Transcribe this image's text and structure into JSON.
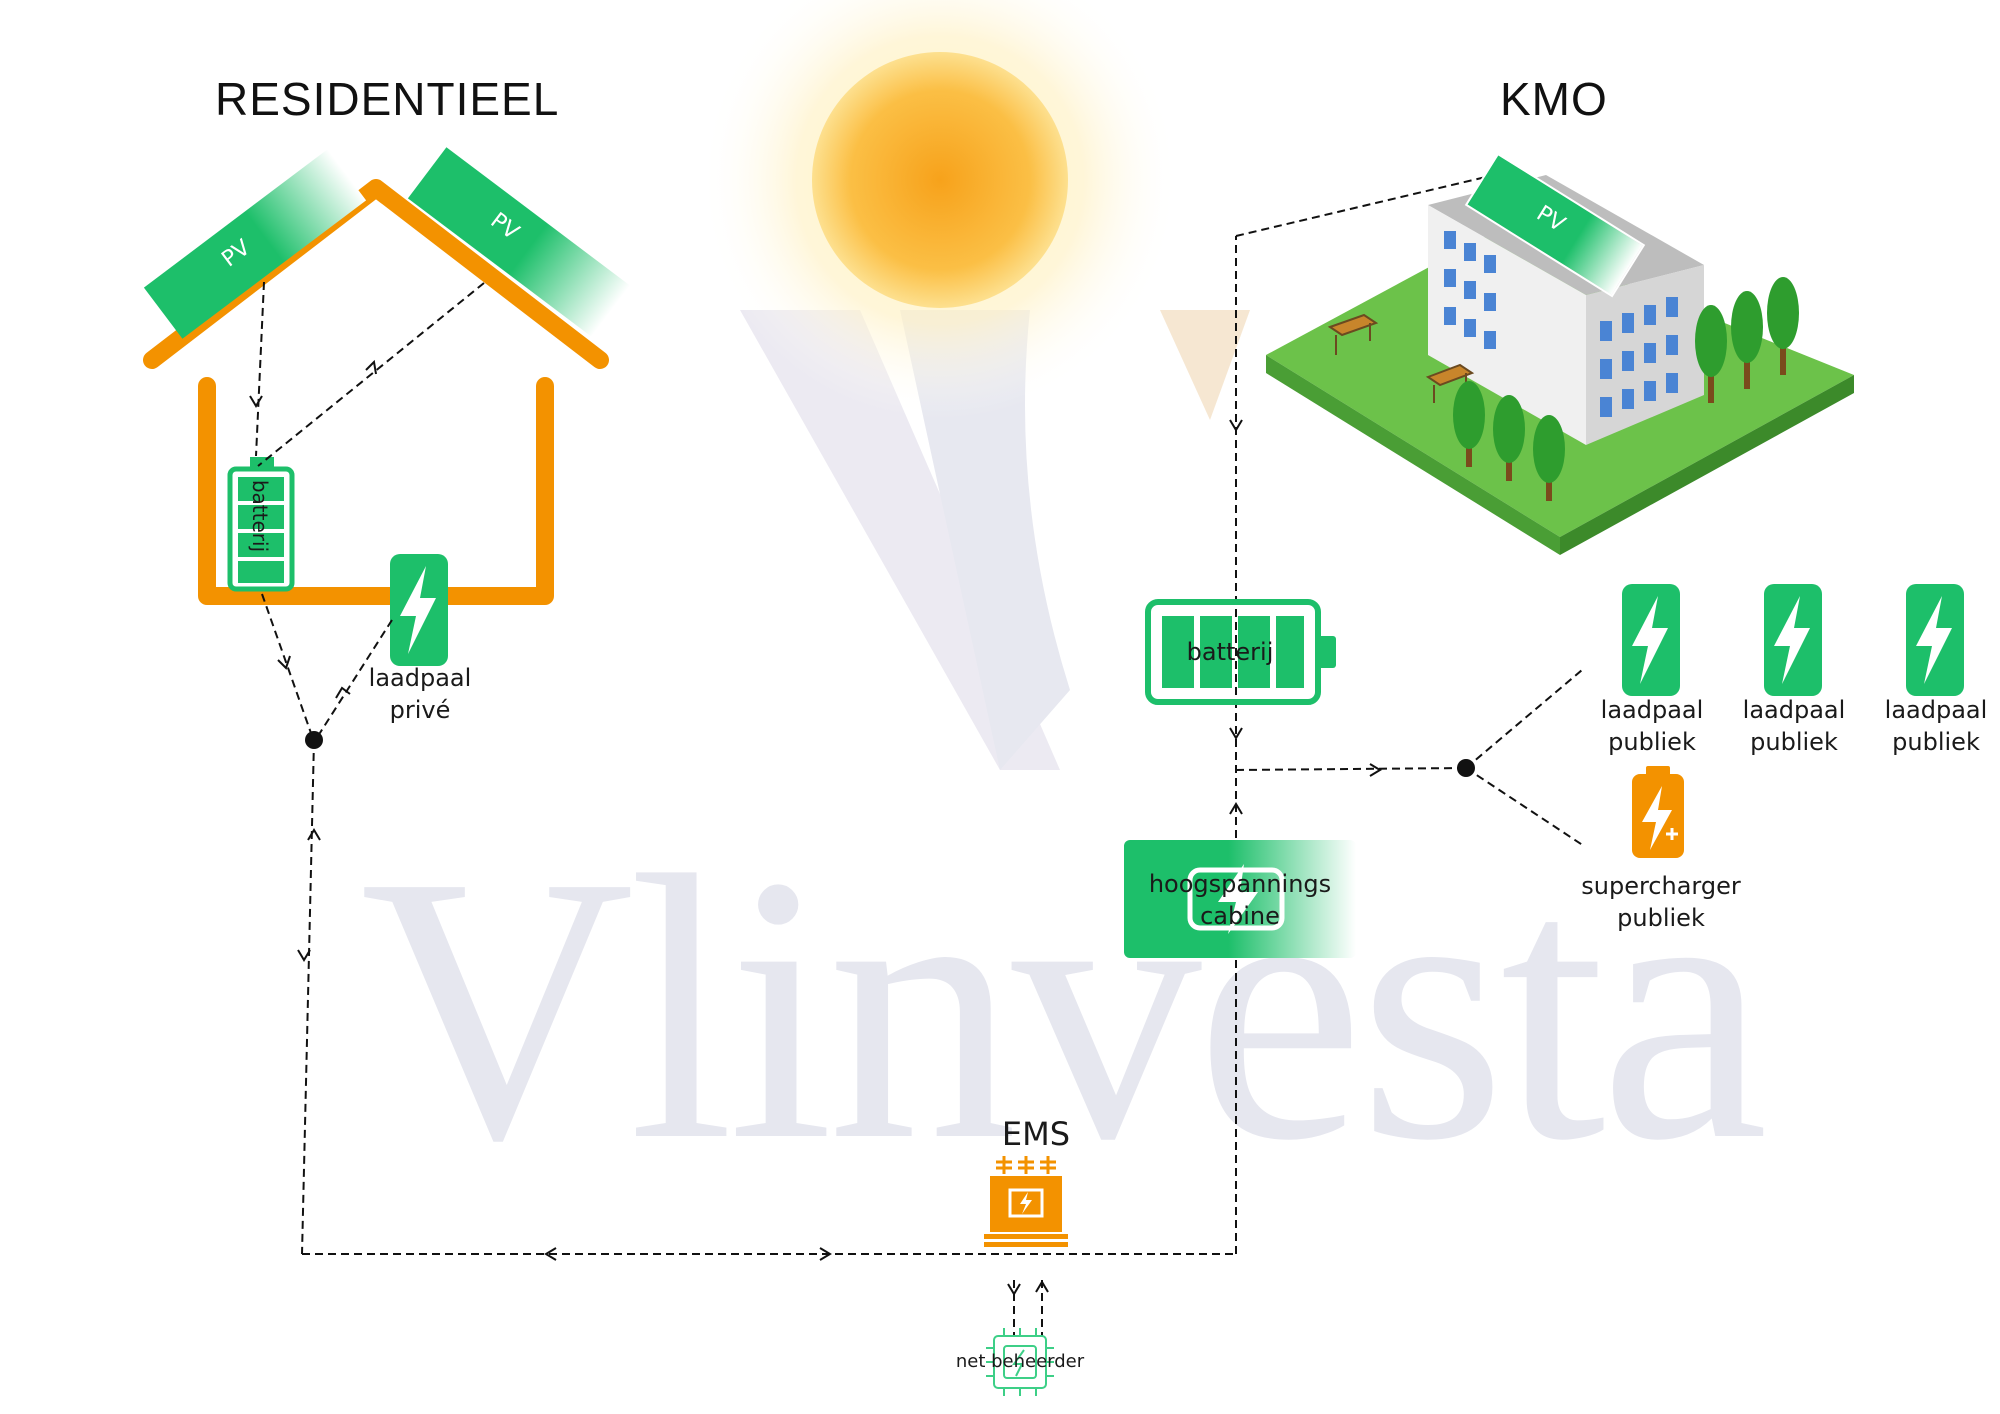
{
  "watermark": {
    "brand": "Vlinvesta"
  },
  "sections": {
    "residential": "RESIDENTIEEL",
    "sme": "KMO"
  },
  "labels": {
    "pv": "PV",
    "home_battery": "batterij",
    "private_charger_line1": "laadpaal",
    "private_charger_line2": "privé",
    "sme_battery": "batterij",
    "hv_cabin_line1": "hoogspannings",
    "hv_cabin_line2": "cabine",
    "public_charger_line1": "laadpaal",
    "public_charger_line2": "publiek",
    "supercharger_line1": "supercharger",
    "supercharger_line2": "publiek",
    "ems": "EMS",
    "grid_operator": "net beheerder"
  },
  "colors": {
    "house_orange": "#f39200",
    "device_green": "#1dbf6a",
    "grass_green": "#6cc24a",
    "sun_orange": "#f7a21b",
    "watermark": "#e6e7ef"
  },
  "icons": [
    "sun-icon",
    "house-icon",
    "pv-panel-icon",
    "battery-icon",
    "charging-station-icon",
    "office-building-icon",
    "tree-icon",
    "bench-icon",
    "high-voltage-cabin-icon",
    "transformer-icon",
    "grid-chip-icon",
    "supercharger-icon"
  ]
}
